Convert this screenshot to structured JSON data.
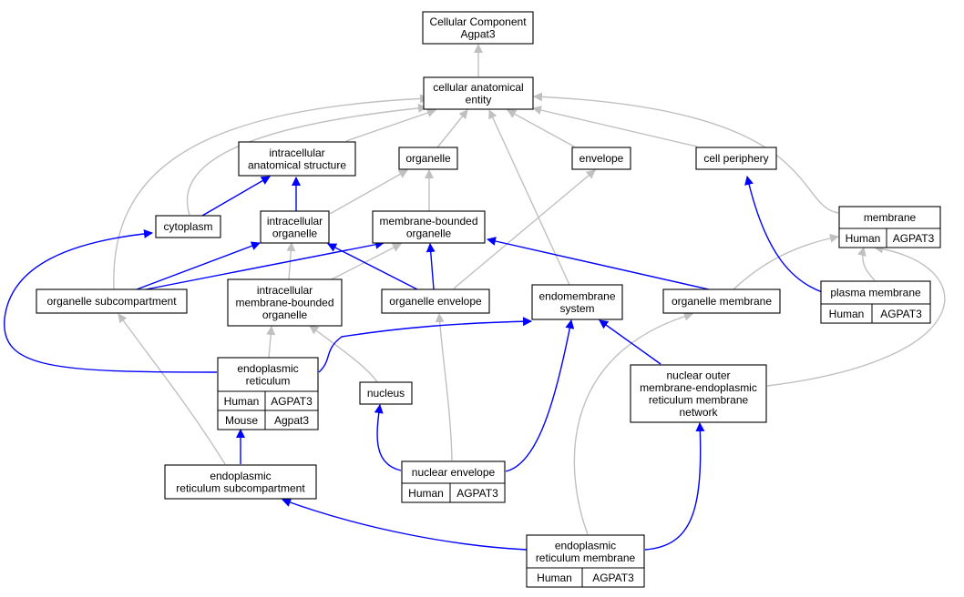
{
  "diagram": {
    "colors": {
      "is_a_edge": "#c0c0c0",
      "part_of_edge": "#0000ff",
      "human": "#fa6445",
      "mouse": "#add8e6",
      "node_fill": "#ffffff"
    },
    "nodes": [
      {
        "id": "root",
        "lines": [
          "Cellular Component",
          "Agpat3"
        ]
      },
      {
        "id": "cae",
        "lines": [
          "cellular anatomical",
          "entity"
        ]
      },
      {
        "id": "ias",
        "lines": [
          "intracellular",
          "anatomical structure"
        ]
      },
      {
        "id": "organelle",
        "lines": [
          "organelle"
        ]
      },
      {
        "id": "envelope",
        "lines": [
          "envelope"
        ]
      },
      {
        "id": "cellper",
        "lines": [
          "cell periphery"
        ]
      },
      {
        "id": "cytoplasm",
        "lines": [
          "cytoplasm"
        ]
      },
      {
        "id": "intraorg",
        "lines": [
          "intracellular",
          "organelle"
        ]
      },
      {
        "id": "mbo",
        "lines": [
          "membrane-bounded",
          "organelle"
        ]
      },
      {
        "id": "membrane",
        "lines": [
          "membrane"
        ],
        "annotations": [
          {
            "species": "Human",
            "gene": "AGPAT3"
          }
        ]
      },
      {
        "id": "orgsub",
        "lines": [
          "organelle subcompartment"
        ]
      },
      {
        "id": "imbo",
        "lines": [
          "intracellular",
          "membrane-bounded",
          "organelle"
        ]
      },
      {
        "id": "orgenv",
        "lines": [
          "organelle envelope"
        ]
      },
      {
        "id": "endomem",
        "lines": [
          "endomembrane",
          "system"
        ]
      },
      {
        "id": "orgmem",
        "lines": [
          "organelle membrane"
        ]
      },
      {
        "id": "plasmamem",
        "lines": [
          "plasma membrane"
        ],
        "annotations": [
          {
            "species": "Human",
            "gene": "AGPAT3"
          }
        ]
      },
      {
        "id": "er",
        "lines": [
          "endoplasmic",
          "reticulum"
        ],
        "annotations": [
          {
            "species": "Human",
            "gene": "AGPAT3"
          },
          {
            "species": "Mouse",
            "gene": "Agpat3"
          }
        ]
      },
      {
        "id": "nucleus",
        "lines": [
          "nucleus"
        ]
      },
      {
        "id": "nomernet",
        "lines": [
          "nuclear outer",
          "membrane-endoplasmic",
          "reticulum membrane",
          "network"
        ]
      },
      {
        "id": "ersub",
        "lines": [
          "endoplasmic",
          "reticulum subcompartment"
        ]
      },
      {
        "id": "nucenv",
        "lines": [
          "nuclear envelope"
        ],
        "annotations": [
          {
            "species": "Human",
            "gene": "AGPAT3"
          }
        ]
      },
      {
        "id": "ermem",
        "lines": [
          "endoplasmic",
          "reticulum membrane"
        ],
        "annotations": [
          {
            "species": "Human",
            "gene": "AGPAT3"
          }
        ]
      }
    ]
  }
}
